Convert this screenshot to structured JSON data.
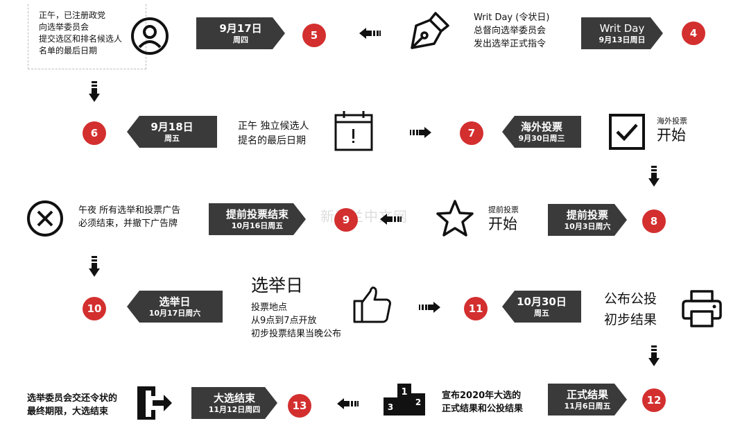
{
  "steps": {
    "s4": {
      "num": "4",
      "date": "Writ Day",
      "day": "9月13日周日",
      "desc": [
        "Writ Day (令状日)",
        "总督向选举委员会",
        "发出选举正式指令"
      ]
    },
    "s5": {
      "num": "5",
      "date": "9月17日",
      "day": "周四",
      "desc": [
        "正午，已注册政党",
        "向选举委员会",
        "提交选区和排名候选人",
        "名单的最后日期"
      ]
    },
    "s6": {
      "num": "6",
      "date": "9月18日",
      "day": "周五",
      "desc": [
        "正午 独立候选人",
        "提名的最后日期"
      ]
    },
    "s7": {
      "num": "7",
      "date": "海外投票",
      "day": "9月30日周三",
      "desc_small": "海外投票",
      "desc_big": "开始"
    },
    "s8": {
      "num": "8",
      "date": "提前投票",
      "day": "10月3日周六",
      "desc_small": "提前投票",
      "desc_big": "开始"
    },
    "s9": {
      "num": "9",
      "date": "提前投票结束",
      "day": "10月16日周五",
      "desc": [
        "午夜 所有选举和投票广告",
        "必须结束，并撤下广告牌"
      ]
    },
    "s10": {
      "num": "10",
      "date": "选举日",
      "day": "10月17日周六",
      "title": "选举日",
      "desc": [
        "投票地点",
        "从9点到7点开放",
        "初步投票结果当晚公布"
      ]
    },
    "s11": {
      "num": "11",
      "date": "10月30日",
      "day": "周五",
      "desc": [
        "公布公投",
        "初步结果"
      ]
    },
    "s12": {
      "num": "12",
      "date": "正式结果",
      "day": "11月6日周五",
      "desc": [
        "宣布2020年大选的",
        "正式结果和公投结果"
      ]
    },
    "s13": {
      "num": "13",
      "date": "大选结束",
      "day": "11月12日周四",
      "desc": [
        "选举委员会交还令状的",
        "最终期限，大选结束"
      ]
    }
  },
  "watermark": "新西兰中文网",
  "icons": [
    "person-icon",
    "pen-icon",
    "calendar-alert-icon",
    "checkbox-icon",
    "star-icon",
    "cancel-icon",
    "thumbs-up-icon",
    "printer-icon",
    "podium-icon",
    "exit-icon",
    "arrow-icon"
  ]
}
